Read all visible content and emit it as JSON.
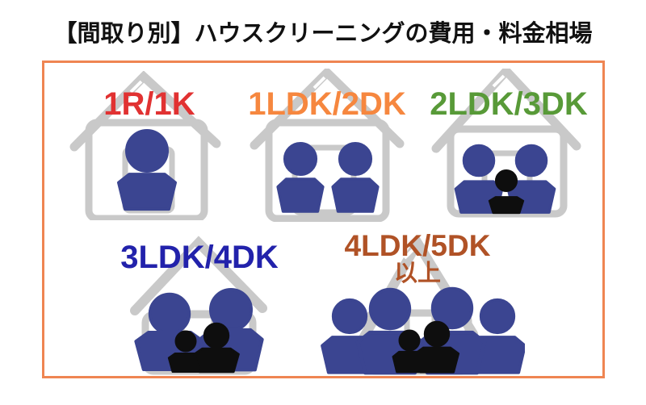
{
  "title": "【間取り別】ハウスクリーニングの費用・料金相場",
  "panel": {
    "border_color": "#EF8552",
    "icon_colors": {
      "house_outline": "#C9C9C9",
      "adult_fill": "#3B4591",
      "child_fill": "#0E0E0E"
    },
    "houses": [
      {
        "label": "1R/1K",
        "label_color": "#E13232",
        "adults": 1,
        "children": 0
      },
      {
        "label": "1LDK/2DK",
        "label_color": "#F6873F",
        "adults": 2,
        "children": 0
      },
      {
        "label": "2LDK/3DK",
        "label_color": "#589A38",
        "adults": 2,
        "children": 1
      },
      {
        "label": "3LDK/4DK",
        "label_color": "#2222AB",
        "adults": 2,
        "children": 2
      },
      {
        "label": "4LDK/5DK",
        "label_suffix": "以上",
        "label_color": "#B05226",
        "adults": 4,
        "children": 2
      }
    ]
  }
}
